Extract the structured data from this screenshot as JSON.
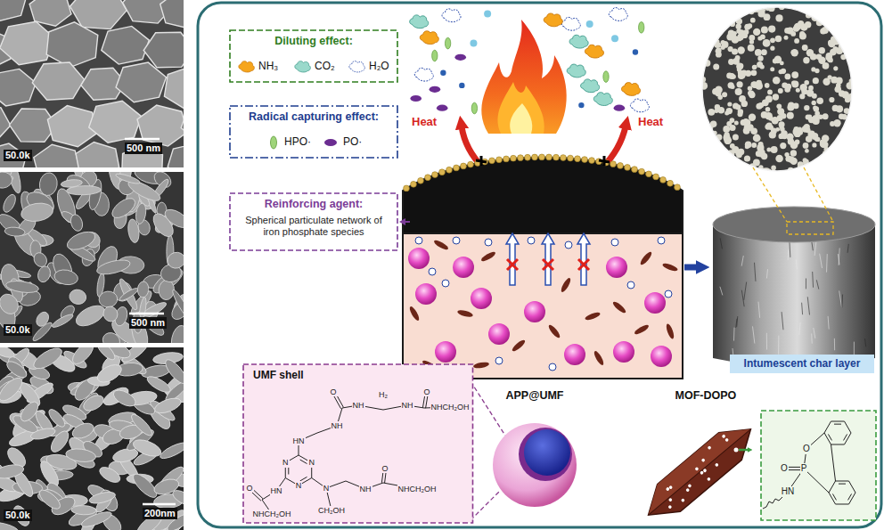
{
  "diagram": {
    "nodes": [
      {
        "text": [
          "Diluting effect:",
          "NH₃",
          "CO₂",
          "H₂O"
        ]
      },
      {
        "text": [
          "Radical capturing effect:",
          "HPO·",
          "PO·"
        ]
      },
      {
        "text": [
          "Reinforcing agent:",
          "Spherical particulate network of iron phosphate species"
        ]
      },
      {
        "text": [
          "Intumescent char layer"
        ]
      },
      {
        "text": [
          "UMF shell",
          "O",
          "NH",
          "H₂",
          "NH",
          "O",
          "NHCH₂OH",
          "NH",
          "HN",
          "N",
          "N",
          "N",
          "HN",
          "O",
          "NHCH₂OH",
          "N",
          "CH₂OH",
          "NH",
          "O",
          "NHCH₂OH"
        ]
      },
      {
        "text": [
          "O",
          "P",
          "O",
          "HN"
        ]
      }
    ],
    "labels": [
      "50.0k",
      "500 nm",
      "50.0k",
      "500 nm",
      "50.0k",
      "200nm",
      "Heat",
      "Heat",
      "APP@UMF",
      "MOF-DOPO"
    ]
  }
}
